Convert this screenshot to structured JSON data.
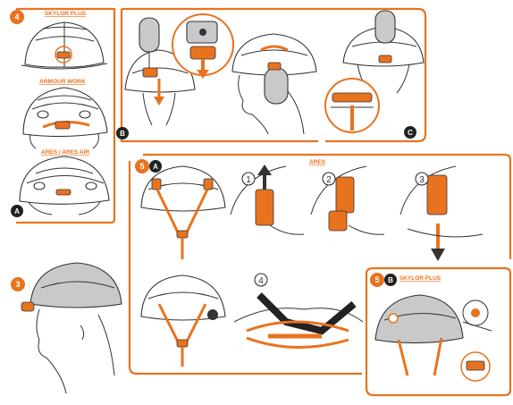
{
  "labels": {
    "skylor_plus_top": "SKYLOR PLUS",
    "armour_work": "ARMOUR WORK",
    "ares_ares_air": "ARES / ARES AIR",
    "ares": "ARES",
    "skylor_plus_bottom": "SKYLOR PLUS"
  },
  "badges": {
    "step4": "4",
    "step5a_num": "5",
    "step5a_let": "A",
    "step5b_num": "5",
    "step5b_let": "B",
    "step3": "3",
    "panel_a": "A",
    "panel_b": "B",
    "panel_c": "C"
  },
  "step_numbers": {
    "s1": "1",
    "s2": "2",
    "s3": "3",
    "s4": "4"
  },
  "colors": {
    "accent": "#e8731f",
    "line": "#333333",
    "grey": "#c9c9c9"
  },
  "icons": [
    "earmuff-icon",
    "arrow-up-icon",
    "arrow-down-icon",
    "clip-icon",
    "screwdriver-icon"
  ]
}
